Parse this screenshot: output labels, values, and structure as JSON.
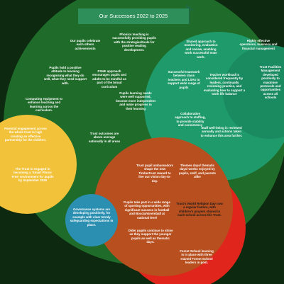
{
  "title": "Our Successes 2022 to 2025",
  "colors": {
    "background": "#0d2a10",
    "outer_circle": "#1f6b2a",
    "banner": "#2f8f5a",
    "teal_circle": "#1f9a6a",
    "orange_circle": "#b84f1e",
    "red_circle": "#e0251c",
    "yellow_circle": "#f2c23a",
    "blue_circle": "#2a8fb0"
  },
  "statements": {
    "celebrate": "Our pupils celebrate each others achievements",
    "phonics": "Phonics teaching is successfully providing pupils with the strategies/tools for positive reading development.",
    "shared_approach": "Shared approach to monitoring, evaluation and review, enabling work successful team work.",
    "ops": "Highly effective operations, business and financial management",
    "trust_facilities": "Trust Facilities Management developed positively to maximise protocols and opportunities across all schools",
    "positive_attitude": "Pupils hold a positive attitude to learning recognising what they do well, what they need support with.",
    "pshe": "PSHE approach encourages pupils and adults to be mindful as part of the broad curriculum",
    "teamwork": "Successful teamwork between class teachers and LSAs to support wide range of pupils",
    "workload": "Teacher workload is considered frequently by leaders, continually reviewing practice, and evaluating how to support a work life balance",
    "learning_needs": "Pupils learning needs were well supported, become more independent and make progress in their learning",
    "computing": "Computing equipment to enhance teaching and learning across the curriculum.",
    "collaborative": "Collaborative approach to staffing, to provide stability and consistency",
    "wellbeing": "Staff well-being is reviewed annually and actions taken to enhance this area further.",
    "parental": "Parental engagement across the whole trust is high creating an effective partnership for the children.",
    "outcomes": "Trust outcomes are above average nationally in all areas",
    "smart_phone": "The Trust is engaged in becoming a 'Smart Phone Free' environment for pupils by September 2026",
    "ambassadors": "Trust pupil ambassadors shape the new Timbertrust reward to live our vision day-to-day.",
    "themes": "Themes days/ thematic days/ weeks enjoyed by pupils, staff, and parents alike",
    "governance": "Governance systems are developing positively, for example with clear termly safeguarding expectations in place.",
    "sporting": "Pupils take part in a wide range of sporting opportunities, with significant success in football and Boccia/sinemball at national level",
    "religion": "Trust's World Religion Day now a regular feature, with children's prayers shared in each school across the Trust.",
    "older_pupils": "Older pupils continue to shine as they support the younger pupils as well as thematic days.",
    "forest_school": "Forest School learning is in place with three trained Forest School leaders in post."
  }
}
